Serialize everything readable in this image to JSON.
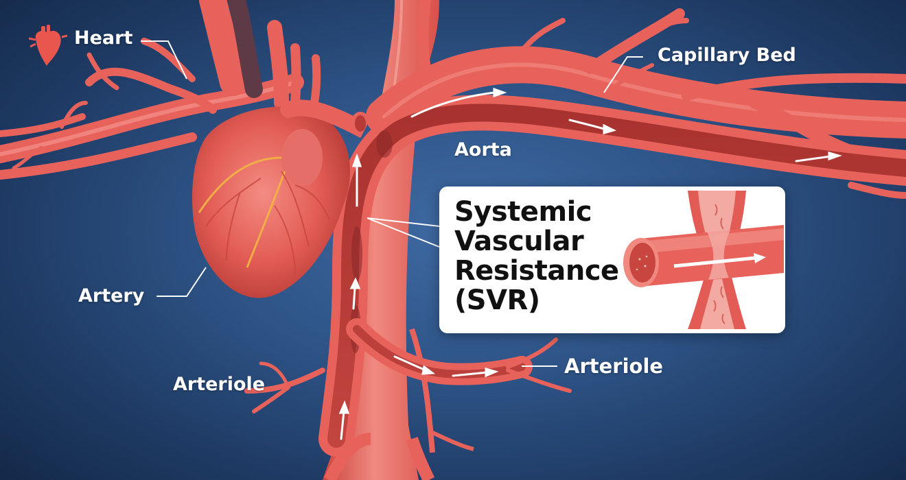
{
  "diagram": {
    "subject": "Circulatory system with Systemic Vascular Resistance callout",
    "colors": {
      "background": "#2e5487",
      "background_edge": "#142a4a",
      "vessel": "#e8625c",
      "vessel_highlight": "#f59a92",
      "vessel_dark": "#b83a38",
      "nerve_yellow": "#f2b544",
      "label_text": "#ffffff",
      "callout_bg": "#ffffff",
      "callout_text": "#111111"
    },
    "labels": {
      "heart": "Heart",
      "capillary_bed": "Capillary Bed",
      "aorta": "Aorta",
      "artery": "Artery",
      "arteriole_left": "Arteriole",
      "arteriole_right": "Arteriole"
    },
    "callout": {
      "lines": [
        "Systemic",
        "Vascular",
        "Resistance",
        "(SVR)"
      ],
      "illustration": "narrowed-vessel-with-flow-arrow"
    },
    "icons": {
      "heart_icon": "small anatomical heart"
    }
  }
}
